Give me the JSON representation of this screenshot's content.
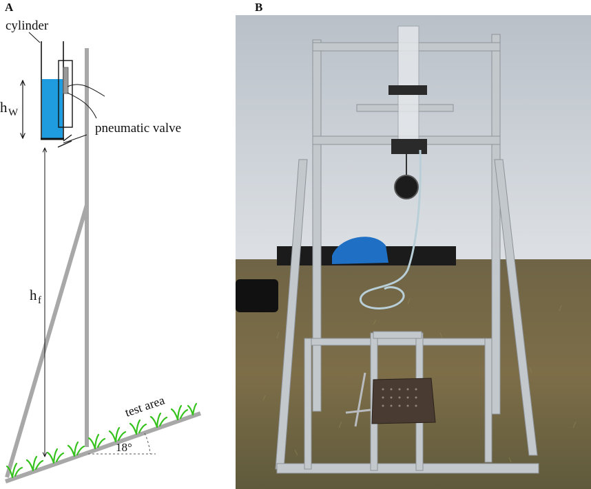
{
  "panels": {
    "a": {
      "label": "A"
    },
    "b": {
      "label": "B"
    }
  },
  "diagram": {
    "cylinder_label": "cylinder",
    "water_height_label": "h",
    "water_height_sub": "W",
    "valve_label": "pneumatic valve",
    "fall_height_label": "h",
    "fall_height_sub": "f",
    "test_area_label": "test area",
    "angle_label": "18°"
  },
  "colors": {
    "water": "#1f9be0",
    "frame": "#a8a8a8",
    "grass": "#35c21d",
    "sky": "#cdd3da",
    "ground": "#7a6a45",
    "aluminium": "#c9cdd2"
  },
  "photo": {
    "icon": "experimental-rig-photo"
  }
}
